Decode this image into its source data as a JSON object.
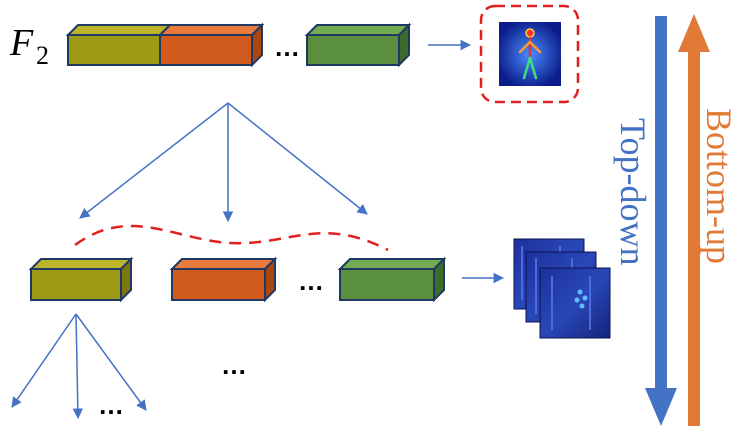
{
  "feature_label": {
    "main": "F",
    "subscript": "2"
  },
  "ellipsis": "…",
  "labels": {
    "top_down": "Top-down",
    "bottom_up": "Bottom-up"
  },
  "colors": {
    "olive": "#9e9a16",
    "orange": "#d15b1d",
    "green": "#5a8f3e",
    "outline": "#1f3864",
    "connector": "#4472c4",
    "top_down_arrow": "#4472c4",
    "bottom_up_arrow": "#e07a36",
    "highlight_dash": "#e02020",
    "wave_dash": "#e02020"
  }
}
